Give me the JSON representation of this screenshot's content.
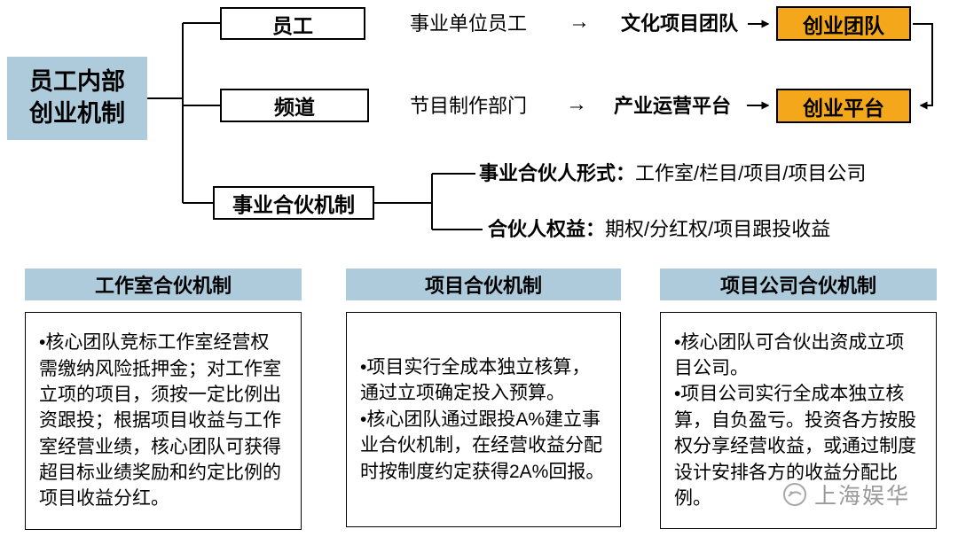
{
  "colors": {
    "light_blue": "#AECBDC",
    "orange": "#F4A71B",
    "line": "#000000",
    "watermark_gray": "#9a9a9a"
  },
  "root": {
    "label": "员工内部\n创业机制"
  },
  "branches": [
    {
      "label": "员工"
    },
    {
      "label": "频道"
    },
    {
      "label": "事业合伙机制"
    }
  ],
  "flows": [
    {
      "source": "事业单位员工",
      "arrow": "→",
      "middle": "文化项目团队",
      "target": "创业团队"
    },
    {
      "source": "节目制作部门",
      "arrow": "→",
      "middle": "产业运营平台",
      "target": "创业平台"
    }
  ],
  "partner_info": [
    {
      "label": "事业合伙人形式：",
      "value": "工作室/栏目/项目/项目公司"
    },
    {
      "label": "合伙人权益：",
      "value": "期权/分红权/项目跟投收益"
    }
  ],
  "cards": [
    {
      "title": "工作室合伙机制",
      "paragraphs": [
        "•核心团队竞标工作室经营权需缴纳风险抵押金；对工作室立项的项目，须按一定比例出资跟投；根据项目收益与工作室经营业绩，核心团队可获得超目标业绩奖励和约定比例的项目收益分红。"
      ]
    },
    {
      "title": "项目合伙机制",
      "paragraphs": [
        "•项目实行全成本独立核算，通过立项确定投入预算。",
        "•核心团队通过跟投A%建立事业合伙机制，在经营收益分配时按制度约定获得2A%回报。"
      ]
    },
    {
      "title": "项目公司合伙机制",
      "paragraphs": [
        "•核心团队可合伙出资成立项目公司。",
        "•项目公司实行全成本独立核算，自负盈亏。投资各方按股权分享经营收益，或通过制度设计安排各方的收益分配比例。"
      ]
    }
  ],
  "watermark": {
    "text": "上海娱华"
  }
}
